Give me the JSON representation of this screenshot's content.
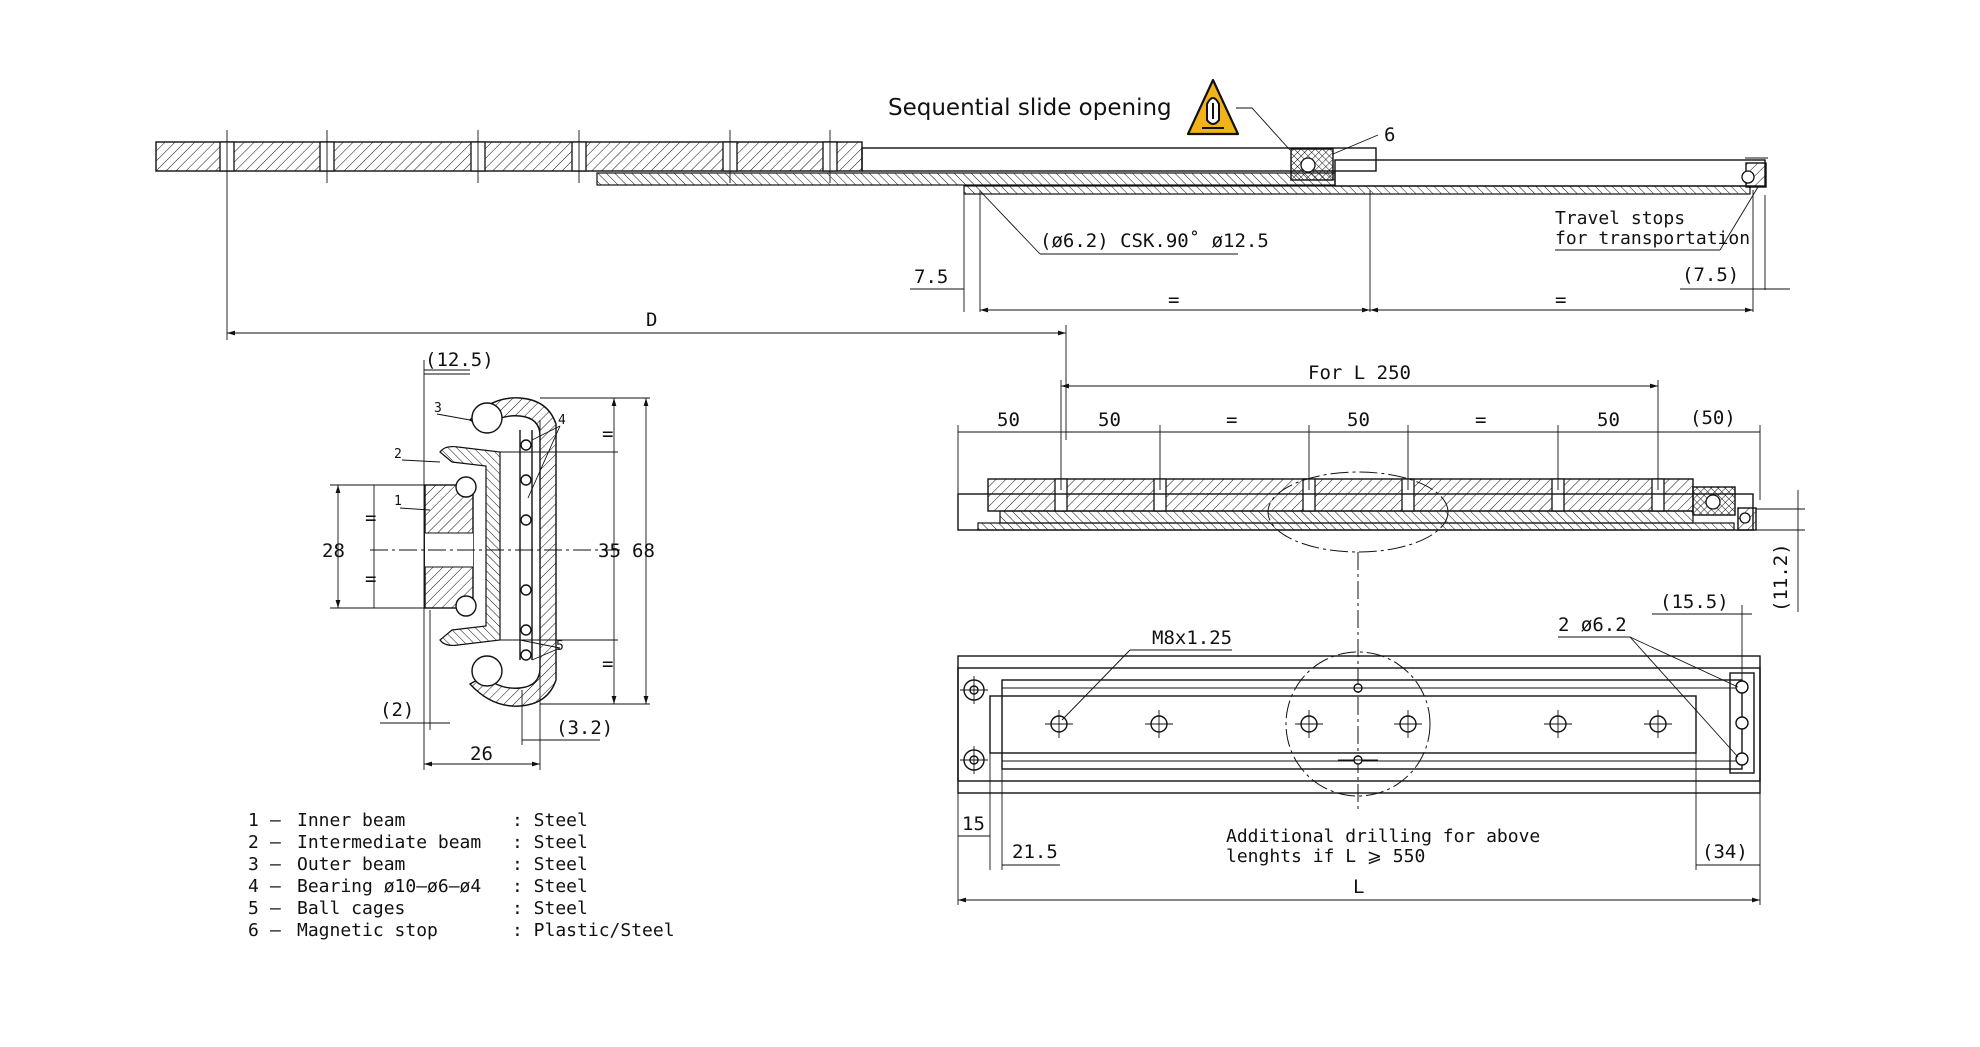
{
  "top_view": {
    "title": "Sequential slide opening",
    "item_6": "6",
    "hole_spec": "(ø6.2) CSK.90˚ ø12.5",
    "travel_stops_1": "Travel stops",
    "travel_stops_2": "for transportation",
    "dim_7_5": "7.5",
    "dim_7_5_paren": "(7.5)",
    "eq": "=",
    "dim_D": "D"
  },
  "section": {
    "dim_12_5": "(12.5)",
    "dim_28": "28",
    "dim_35": "35",
    "dim_68": "68",
    "dim_2": "(2)",
    "dim_3_2": "(3.2)",
    "dim_26": "26",
    "eq": "=",
    "items": [
      "1",
      "2",
      "3",
      "4",
      "5"
    ]
  },
  "side_view": {
    "for_l": "For L 250",
    "d50": "50",
    "d50_paren": "(50)",
    "eq": "=",
    "dim_11_2": "(11.2)"
  },
  "plan_view": {
    "thread": "M8x1.25",
    "holes": "2 ø6.2",
    "dim_15_5": "(15.5)",
    "dim_15": "15",
    "dim_21_5": "21.5",
    "dim_34": "(34)",
    "dim_L": "L",
    "note_1": "Additional drilling for above",
    "note_2": "lenghts if L ⩾ 550"
  },
  "legend": [
    {
      "num": "1",
      "name": "Inner beam",
      "material": ": Steel"
    },
    {
      "num": "2",
      "name": "Intermediate beam",
      "material": ": Steel"
    },
    {
      "num": "3",
      "name": "Outer beam",
      "material": ": Steel"
    },
    {
      "num": "4",
      "name": "Bearing ø10–ø6–ø4",
      "material": ": Steel"
    },
    {
      "num": "5",
      "name": "Ball cages",
      "material": ": Steel"
    },
    {
      "num": "6",
      "name": "Magnetic stop",
      "material": ": Plastic/Steel"
    }
  ],
  "colors": {
    "line": "#111111",
    "icon_fill": "#f2b319"
  }
}
